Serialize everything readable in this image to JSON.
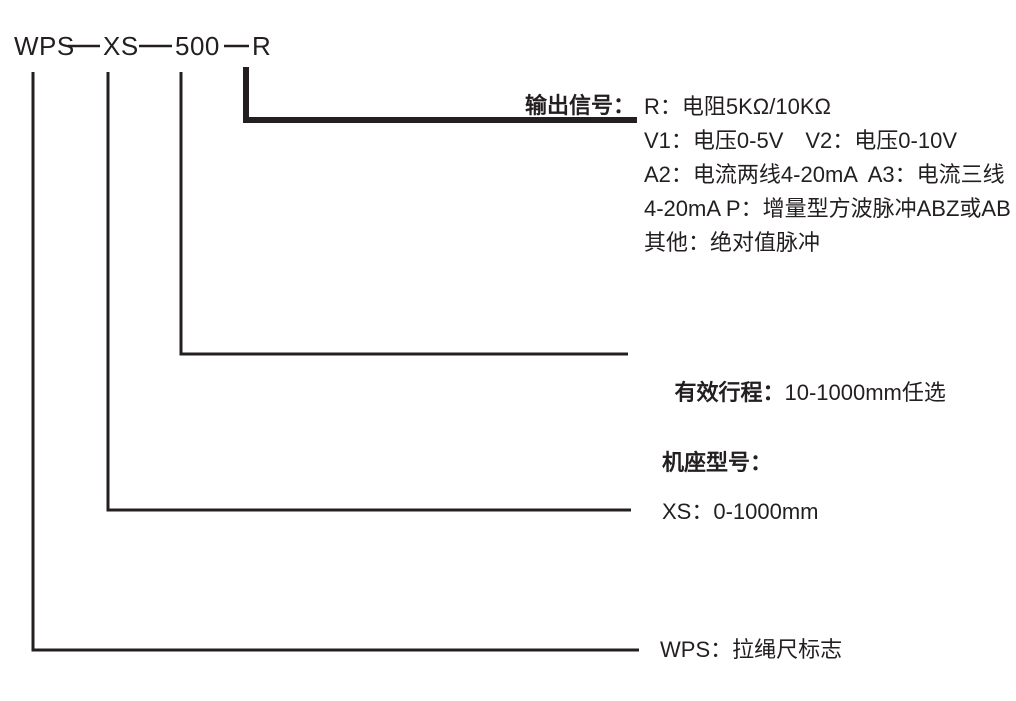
{
  "model_code": {
    "display": "WPS——XS——500——R",
    "segments": [
      "WPS",
      "XS",
      "500",
      "R"
    ],
    "separator": "——"
  },
  "branches": [
    {
      "id": "output-signal",
      "code": "R",
      "label": "输出信号：",
      "lines": [
        "R：电阻5KΩ/10KΩ",
        "V1：电压0-5V　V2：电压0-10V",
        "A2：电流两线4-20mA  A3：电流三线",
        "4-20mA P：增量型方波脉冲ABZ或AB",
        "其他：绝对值脉冲"
      ]
    },
    {
      "id": "effective-travel",
      "code": "500",
      "label": "有效行程：",
      "value": "10-1000mm任选"
    },
    {
      "id": "base-model",
      "code": "XS",
      "label": "机座型号：",
      "value": "XS：0-1000mm"
    },
    {
      "id": "brand-mark",
      "code": "WPS",
      "label": "",
      "value": "WPS：拉绳尺标志"
    }
  ],
  "colors": {
    "ink": "#231f20",
    "background": "#ffffff"
  }
}
